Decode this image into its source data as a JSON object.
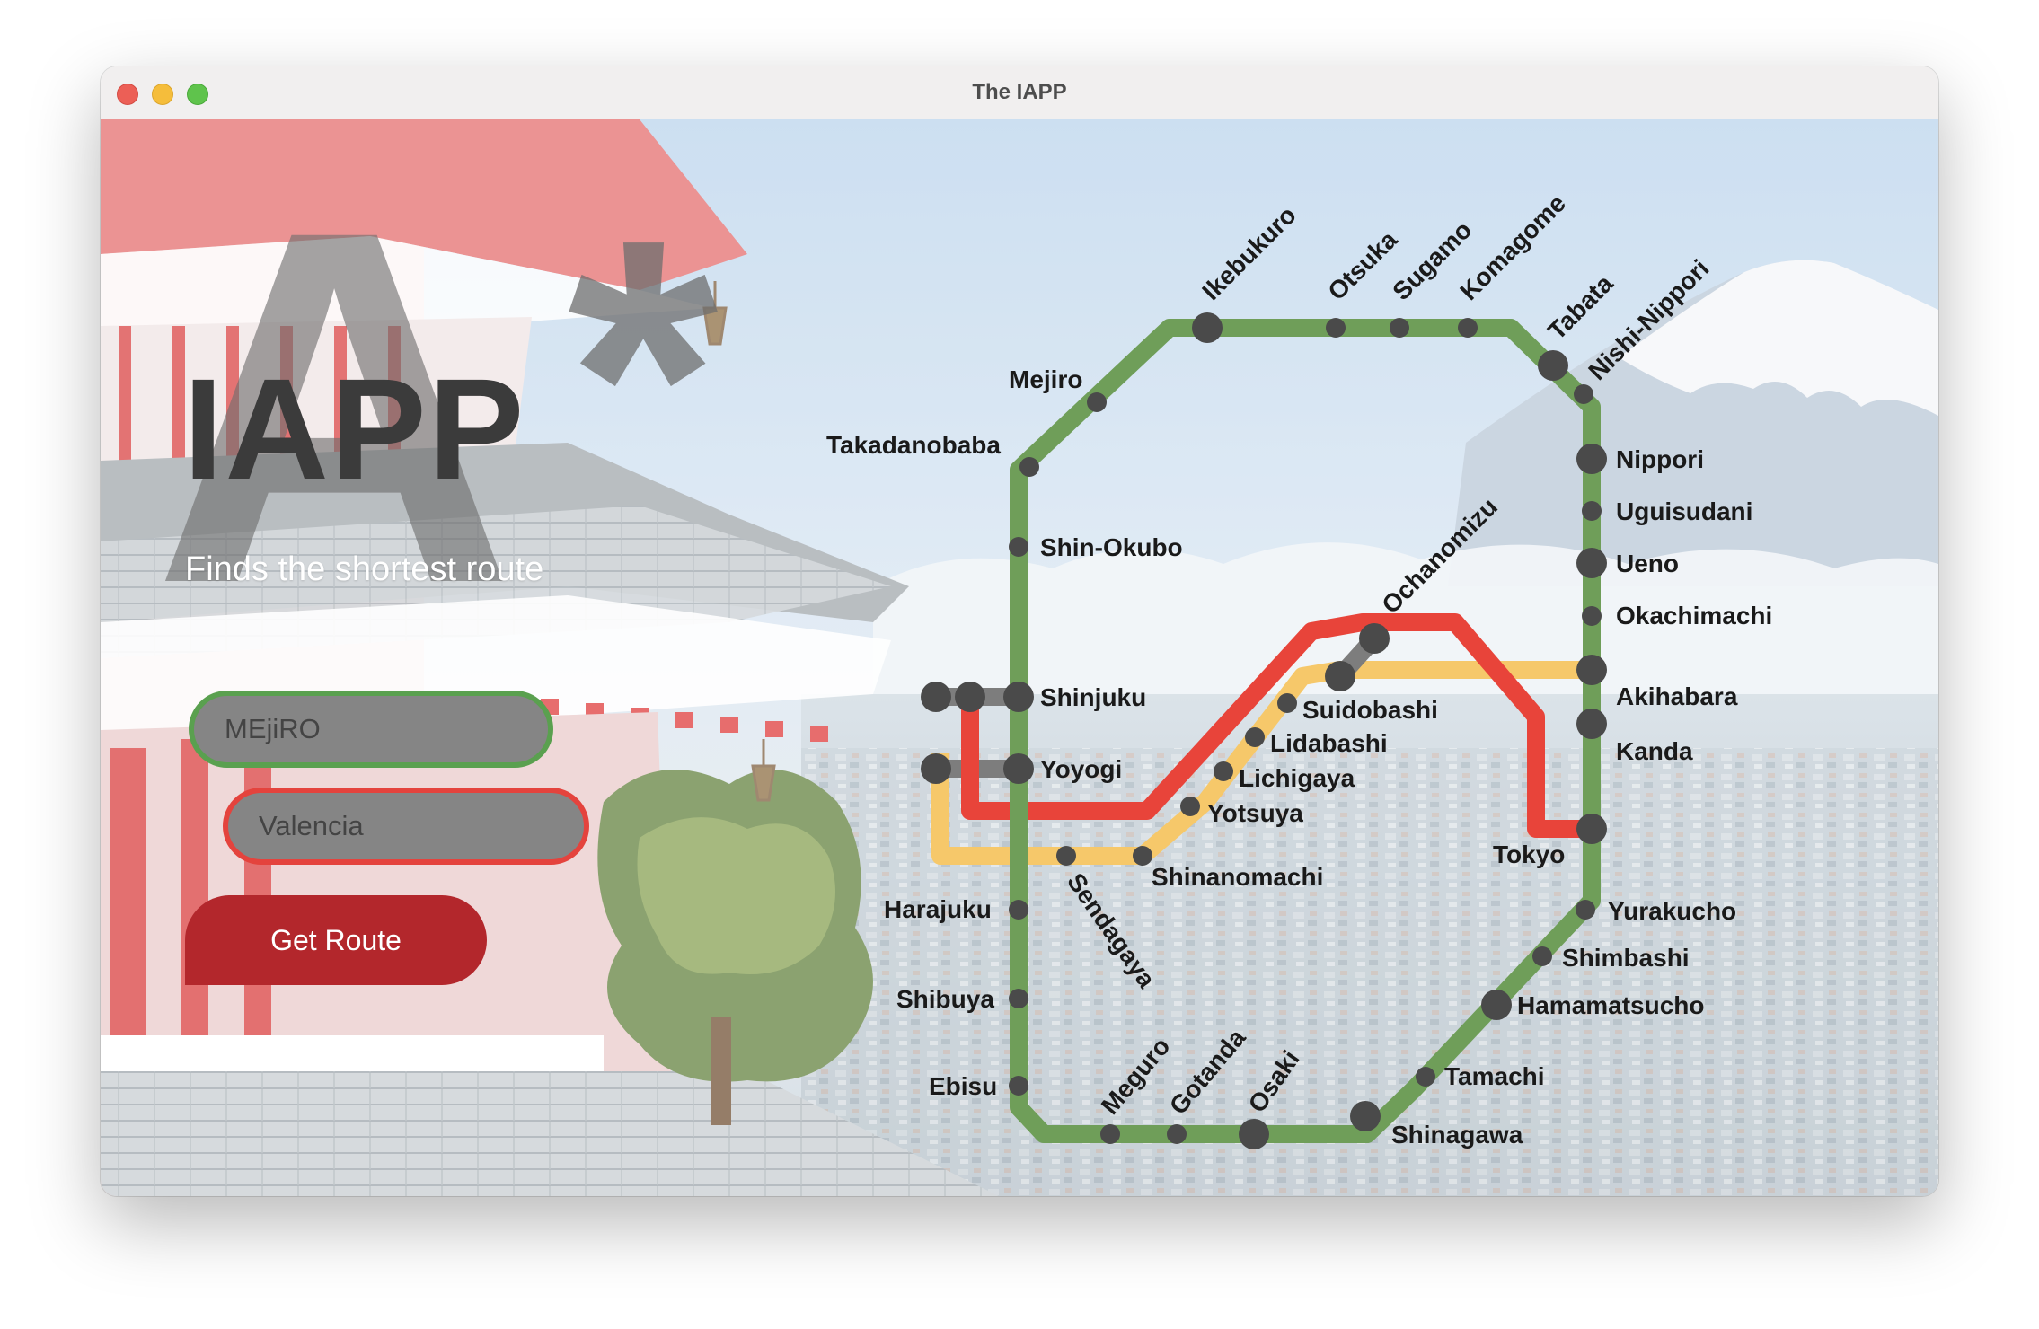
{
  "window": {
    "title": "The IAPP"
  },
  "app": {
    "logo_letters": [
      "A",
      "*"
    ],
    "title": "IAPP",
    "subtitle": "Finds the shortest route"
  },
  "form": {
    "origin_value": "MEjiRO",
    "destination_value": "Valencia",
    "submit_label": "Get Route"
  },
  "colors": {
    "yamanote_line": "#6f9e59",
    "route_line_red": "#e8443a",
    "route_line_yellow": "#f6c86a",
    "connector_gray": "#7d7d7d",
    "station": "#4a4a4a",
    "button": "#b3272c"
  },
  "stations": {
    "ikebukuro": "Ikebukuro",
    "otsuka": "Otsuka",
    "sugamo": "Sugamo",
    "komagome": "Komagome",
    "tabata": "Tabata",
    "nishi_nippori": "Nishi-Nippori",
    "mejiro": "Mejiro",
    "takadanobaba": "Takadanobaba",
    "nippori": "Nippori",
    "uguisudani": "Uguisudani",
    "ueno": "Ueno",
    "okachimachi": "Okachimachi",
    "shin_okubo": "Shin-Okubo",
    "ochanomizu": "Ochanomizu",
    "akihabara": "Akihabara",
    "shinjuku": "Shinjuku",
    "suidobashi": "Suidobashi",
    "lidabashi": "Lidabashi",
    "kanda": "Kanda",
    "yoyogi": "Yoyogi",
    "lichigaya": "Lichigaya",
    "yotsuya": "Yotsuya",
    "tokyo": "Tokyo",
    "shinanomachi": "Shinanomachi",
    "sendagaya": "Sendagaya",
    "harajuku": "Harajuku",
    "yurakucho": "Yurakucho",
    "shimbashi": "Shimbashi",
    "shibuya": "Shibuya",
    "hamamatsucho": "Hamamatsucho",
    "tamachi": "Tamachi",
    "ebisu": "Ebisu",
    "meguro": "Meguro",
    "gotanda": "Gotanda",
    "osaki": "Osaki",
    "shinagawa": "Shinagawa"
  }
}
